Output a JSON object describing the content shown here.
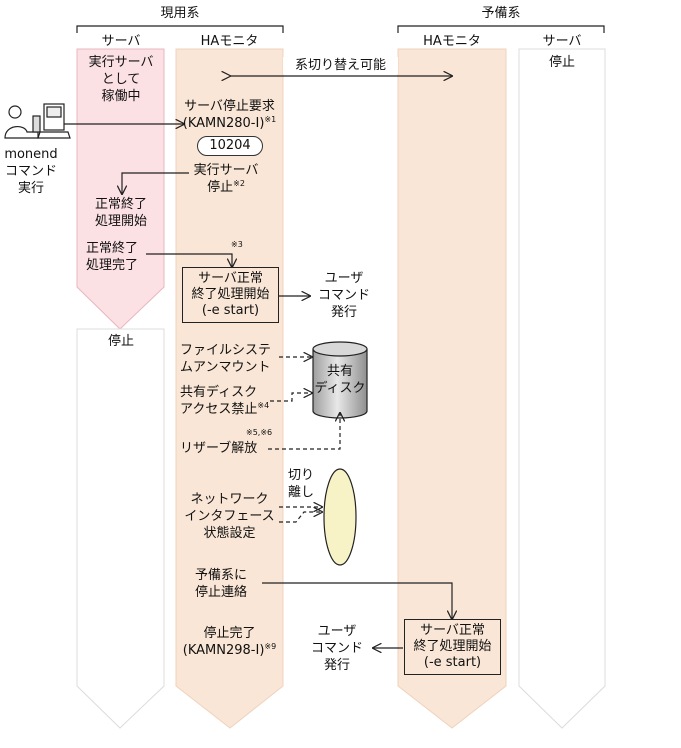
{
  "groups": {
    "active": "現用系",
    "standby": "予備系"
  },
  "columns": {
    "active_server": "サーバ",
    "active_ha": "HAモニタ",
    "standby_ha": "HAモニタ",
    "standby_server": "サーバ"
  },
  "switchable": "系切り替え可能",
  "active_server_status": [
    "実行サーバ",
    "として",
    "稼働中"
  ],
  "active_server_stopped": "停止",
  "standby_server_status": "停止",
  "command": {
    "line1": "monend",
    "line2": "コマンド",
    "line3": "実行"
  },
  "stop_request": {
    "line1": "サーバ停止要求",
    "line2": "(KAMN280-I)",
    "note": "※1"
  },
  "message_id": "10204",
  "stop_exec": {
    "line1": "実行サーバ",
    "line2": "停止",
    "note": "※2"
  },
  "normal_end_start": {
    "line1": "正常終了",
    "line2": "処理開始"
  },
  "normal_end_done": {
    "line1": "正常終了",
    "line2": "処理完了"
  },
  "note3": "※3",
  "end_box_active": {
    "line1": "サーバ正常",
    "line2": "終了処理開始",
    "line3": "(-e start)"
  },
  "user_cmd_active": {
    "line1": "ユーザ",
    "line2": "コマンド",
    "line3": "発行"
  },
  "unmount": {
    "line1": "ファイルシステ",
    "line2": "ムアンマウント"
  },
  "shared_disk": {
    "line1": "共有",
    "line2": "ディスク"
  },
  "disk_access": {
    "line1": "共有ディスク",
    "line2": "アクセス禁止",
    "note": "※4"
  },
  "reserve": {
    "label": "リザーブ解放",
    "note": "※5,※6"
  },
  "cutoff": {
    "line1": "切り",
    "line2": "離し"
  },
  "network": {
    "line1": "ネットワーク",
    "line2": "インタフェース",
    "line3": "状態設定"
  },
  "notify": {
    "line1": "予備系に",
    "line2": "停止連絡"
  },
  "stop_done": {
    "line1": "停止完了",
    "line2": "(KAMN298-I)",
    "note": "※9"
  },
  "end_box_standby": {
    "line1": "サーバ正常",
    "line2": "終了処理開始",
    "line3": "(-e start)"
  },
  "user_cmd_standby": {
    "line1": "ユーザ",
    "line2": "コマンド",
    "line3": "発行"
  },
  "colors": {
    "pink": "#fbe0e4",
    "peach": "#f9e6d6",
    "ellipse": "#f7f3c6",
    "disk": "#c8c8c8"
  }
}
